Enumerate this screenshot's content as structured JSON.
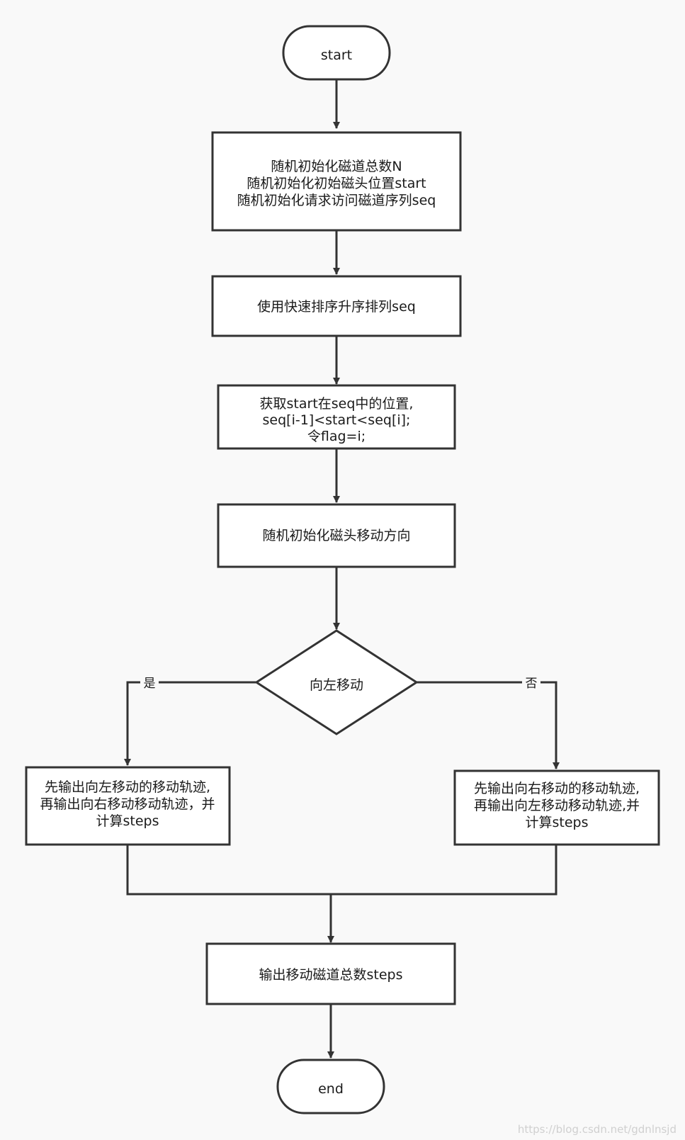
{
  "nodes": {
    "start": {
      "lines": [
        "start"
      ]
    },
    "init": {
      "lines": [
        "随机初始化磁道总数N",
        "随机初始化初始磁头位置start",
        "随机初始化请求访问磁道序列seq"
      ]
    },
    "sort": {
      "lines": [
        "使用快速排序升序排列seq"
      ]
    },
    "locate": {
      "lines": [
        "获取start在seq中的位置,",
        "seq[i-1]<start<seq[i];",
        "令flag=i;"
      ]
    },
    "direction": {
      "lines": [
        "随机初始化磁头移动方向"
      ]
    },
    "decision": {
      "lines": [
        "向左移动"
      ]
    },
    "left_branch": {
      "lines": [
        "先输出向左移动的移动轨迹,",
        "再输出向右移动移动轨迹，并",
        "计算steps"
      ]
    },
    "right_branch": {
      "lines": [
        "先输出向右移动的移动轨迹,",
        "再输出向左移动移动轨迹,并",
        "计算steps"
      ]
    },
    "output": {
      "lines": [
        "输出移动磁道总数steps"
      ]
    },
    "end": {
      "lines": [
        "end"
      ]
    }
  },
  "edges": {
    "yes_label": "是",
    "no_label": "否"
  },
  "watermark": "https://blog.csdn.net/gdnlnsjd",
  "colors": {
    "stroke": "#333333",
    "fill": "#ffffff",
    "background": "#f9f9f9"
  }
}
